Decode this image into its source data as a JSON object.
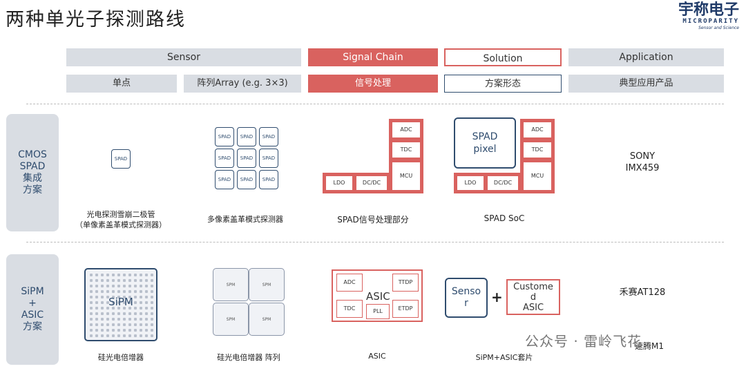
{
  "title": "两种单光子探测路线",
  "logo": {
    "line1": "宇称电子",
    "line2": "MICROPARITY",
    "line3": "Sensor and Science"
  },
  "header": {
    "row1": [
      "Sensor",
      "Signal Chain",
      "Solution",
      "Application"
    ],
    "row2": [
      "单点",
      "阵列Array (e.g. 3×3)",
      "信号处理",
      "方案形态",
      "典型应用产品"
    ]
  },
  "rows": {
    "cmos": {
      "label_lines": [
        "CMOS",
        "SPAD",
        "集成",
        "方案"
      ],
      "single_spad_label": "SPAD",
      "array_cell_label": "SPAD",
      "signal_blocks": [
        "ADC",
        "TDC",
        "MCU",
        "LDO",
        "DC/DC"
      ],
      "soc_pixel_label": [
        "SPAD",
        "pixel"
      ],
      "captions": [
        "光电探测雪崩二极管",
        "（单像素盖革模式探测器）",
        "多像素盖革模式探测器",
        "SPAD信号处理部分",
        "SPAD SoC"
      ],
      "product": [
        "SONY",
        "IMX459"
      ]
    },
    "sipm": {
      "label_lines": [
        "SiPM",
        "+",
        "ASIC",
        "方案"
      ],
      "sipm_label": "SiPM",
      "array_label": "SPM",
      "asic_blocks": [
        "ADC",
        "TTDP",
        "TDC",
        "PLL",
        "ETDP"
      ],
      "asic_title": "ASIC",
      "kit_sensor": [
        "Senso",
        "r"
      ],
      "kit_plus": "+",
      "kit_asic": [
        "Custome",
        "d",
        "ASIC"
      ],
      "captions": [
        "硅光电倍增器",
        "硅光电倍增器 阵列",
        "ASIC",
        "SiPM+ASIC套片"
      ],
      "product": [
        "禾赛AT128",
        "速腾M1"
      ]
    }
  },
  "watermark": "公众号 · 雷岭飞花"
}
